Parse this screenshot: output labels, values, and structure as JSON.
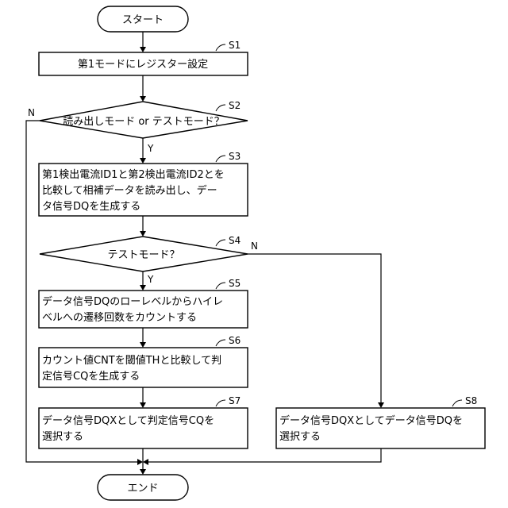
{
  "flowchart": {
    "start": "スタート",
    "end": "エンド",
    "s1": {
      "label": "S1",
      "text": "第1モードにレジスター設定"
    },
    "s2": {
      "label": "S2",
      "text": "読み出しモード or テストモード？",
      "yes": "Y",
      "no": "N"
    },
    "s3": {
      "label": "S3",
      "lines": [
        "第1検出電流ID1と第2検出電流ID2とを",
        "比較して相補データを読み出し、デー",
        "タ信号DQを生成する"
      ]
    },
    "s4": {
      "label": "S4",
      "text": "テストモード？",
      "yes": "Y",
      "no": "N"
    },
    "s5": {
      "label": "S5",
      "lines": [
        "データ信号DQのローレベルからハイレ",
        "ベルへの遷移回数をカウントする"
      ]
    },
    "s6": {
      "label": "S6",
      "lines": [
        "カウント値CNTを閾値THと比較して判",
        "定信号CQを生成する"
      ]
    },
    "s7": {
      "label": "S7",
      "lines": [
        "データ信号DQXとして判定信号CQを",
        "選択する"
      ]
    },
    "s8": {
      "label": "S8",
      "lines": [
        "データ信号DQXとしてデータ信号DQを",
        "選択する"
      ]
    }
  }
}
